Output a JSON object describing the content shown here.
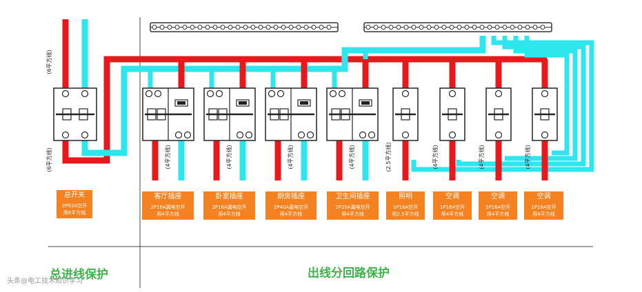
{
  "colors": {
    "live": "#e8191c",
    "neutral": "#2ee6ee",
    "label_bg": "#f58220",
    "caption": "#3cb44b"
  },
  "main_breaker": {
    "name": "总开关",
    "spec_line1": "2P63A空开",
    "spec_line2": "用6平方线",
    "wire_top": "(6平方线)",
    "wire_bottom": "(6平方线)"
  },
  "circuits": [
    {
      "name": "客厅插座",
      "spec_line1": "2P16A漏电空开",
      "spec_line2": "用4平方线",
      "wire": "(4平方线)",
      "type": "rcd"
    },
    {
      "name": "卧室插座",
      "spec_line1": "2P16A漏电空开",
      "spec_line2": "用4平方线",
      "wire": "(4平方线)",
      "type": "rcd"
    },
    {
      "name": "厨房插座",
      "spec_line1": "2P40A漏电空开",
      "spec_line2": "用4平方线",
      "wire": "(4平方线)",
      "type": "rcd"
    },
    {
      "name": "卫生间插座",
      "spec_line1": "2P20A漏电空开",
      "spec_line2": "用4平方线",
      "wire": "(4平方线)",
      "type": "rcd"
    },
    {
      "name": "照明",
      "spec_line1": "1P16A空开",
      "spec_line2": "用2.5平方线",
      "wire": "(2.5平方线)",
      "type": "mcb"
    },
    {
      "name": "空调",
      "spec_line1": "1P16A空开",
      "spec_line2": "用4平方线",
      "wire": "(4平方线)",
      "type": "mcb"
    },
    {
      "name": "空调",
      "spec_line1": "1P16A空开",
      "spec_line2": "用4平方线",
      "wire": "(4平方线)",
      "type": "mcb"
    },
    {
      "name": "空调",
      "spec_line1": "1P16A空开",
      "spec_line2": "用4平方线",
      "wire": "(4平方线)",
      "type": "mcb"
    }
  ],
  "captions": {
    "left": "总进线保护",
    "right": "出线分回路保护"
  },
  "watermark": "头条@电工技术知识学习"
}
